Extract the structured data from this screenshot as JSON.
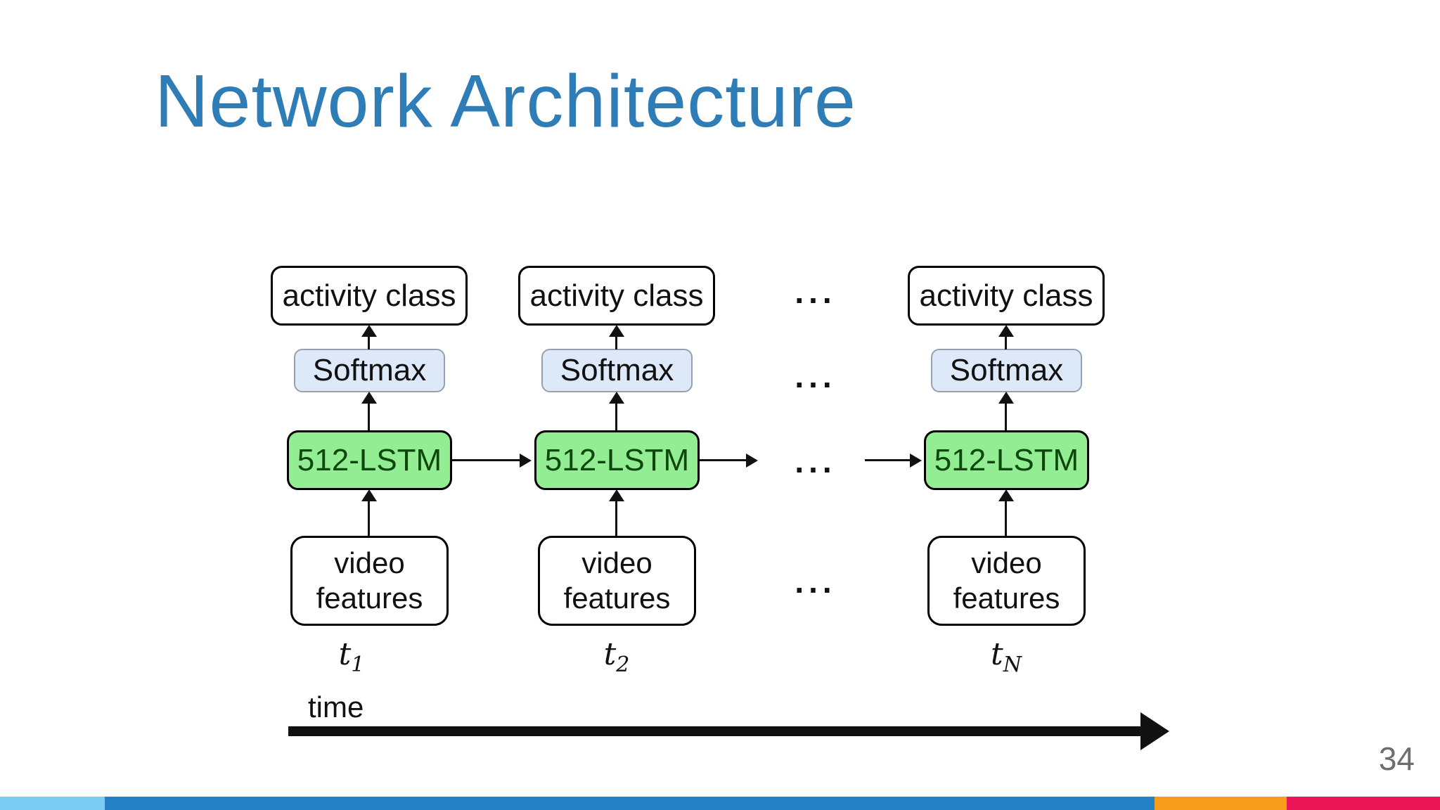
{
  "slide": {
    "title": "Network Architecture",
    "page_number": "34"
  },
  "diagram": {
    "ellipsis": "...",
    "time_axis_label": "time",
    "columns": [
      {
        "activity_label": "activity class",
        "softmax_label": "Softmax",
        "lstm_label": "512-LSTM",
        "video_label": "video features",
        "time_base": "t",
        "time_sub": "1"
      },
      {
        "activity_label": "activity class",
        "softmax_label": "Softmax",
        "lstm_label": "512-LSTM",
        "video_label": "video features",
        "time_base": "t",
        "time_sub": "2"
      },
      {
        "activity_label": "activity class",
        "softmax_label": "Softmax",
        "lstm_label": "512-LSTM",
        "video_label": "video features",
        "time_base": "t",
        "time_sub": "N"
      }
    ]
  },
  "theme": {
    "title_color": "#2e7db7",
    "lstm_fill": "#93ee93",
    "lstm_text": "#0d470d",
    "softmax_fill": "#dde9f8",
    "softmax_border": "#97a1ad",
    "footer_colors": [
      "#7bcdf4",
      "#2481c5",
      "#f89c1c",
      "#ec1558"
    ]
  }
}
